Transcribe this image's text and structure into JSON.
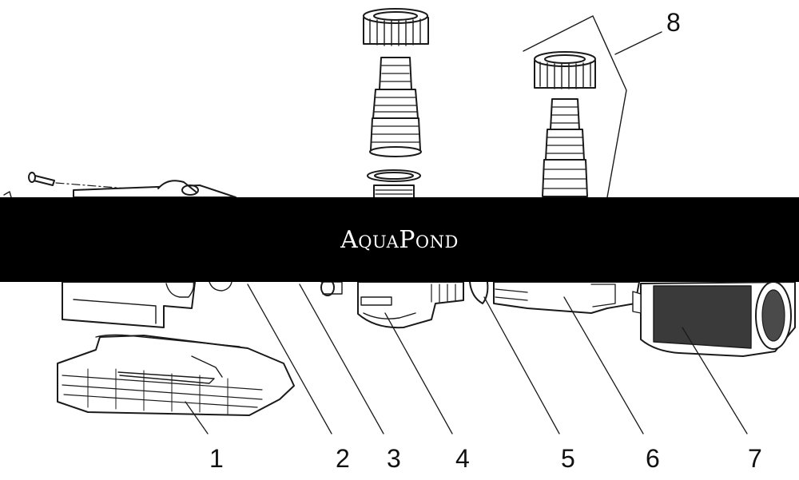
{
  "banner": {
    "brand_text": "AquaPond",
    "background": "#000000",
    "text_color": "#ffffff"
  },
  "callouts": [
    "1",
    "2",
    "3",
    "4",
    "5",
    "6",
    "7",
    "8"
  ]
}
